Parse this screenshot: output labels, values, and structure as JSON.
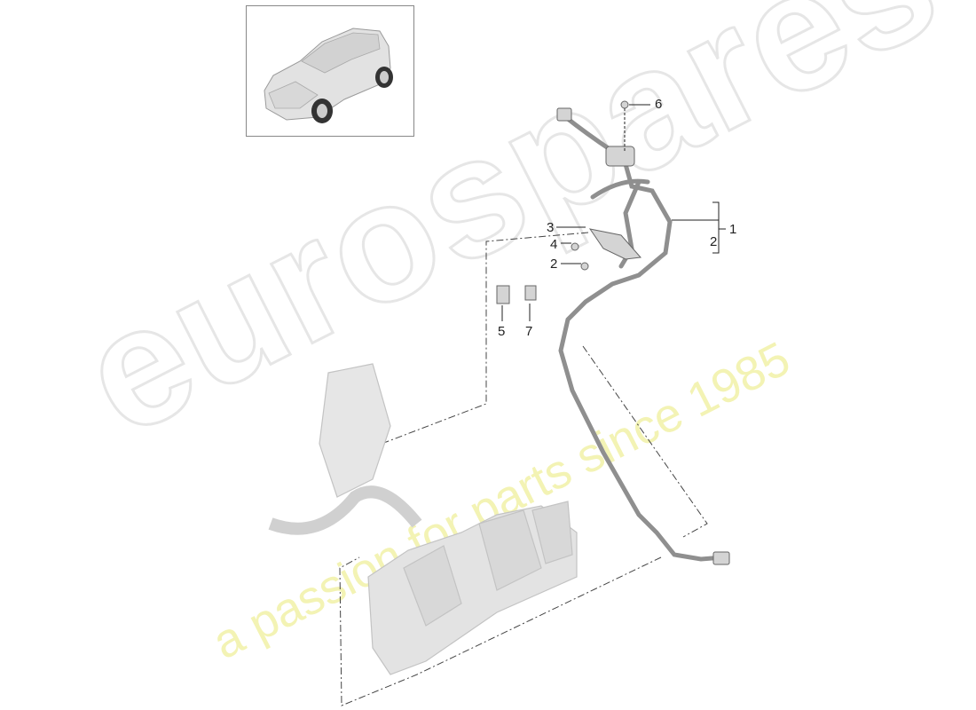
{
  "diagram": {
    "type": "exploded-parts-diagram",
    "subject": "crankcase breather / vent line assembly with intake manifold",
    "thumbnail": {
      "label": "vehicle-overview-thumbnail",
      "description": "SUV car isometric view"
    },
    "callouts": [
      {
        "id": "6",
        "label": "6",
        "part": "bolt"
      },
      {
        "id": "3",
        "label": "3",
        "part": "bracket"
      },
      {
        "id": "4",
        "label": "4",
        "part": "bolt"
      },
      {
        "id": "2a",
        "label": "2",
        "part": "nut/spacer"
      },
      {
        "id": "5",
        "label": "5",
        "part": "sensor"
      },
      {
        "id": "7",
        "label": "7",
        "part": "angled sensor/valve"
      },
      {
        "id": "1",
        "label": "1",
        "part": "vent line assembly"
      },
      {
        "id": "2b",
        "label": "2",
        "part": "vent line assembly (subgroup)"
      }
    ]
  },
  "watermark": {
    "brand": "eurospares",
    "tagline": "a passion for parts since 1985",
    "brand_color": "#e6e6e6",
    "tagline_color": "#f3f3b4"
  }
}
